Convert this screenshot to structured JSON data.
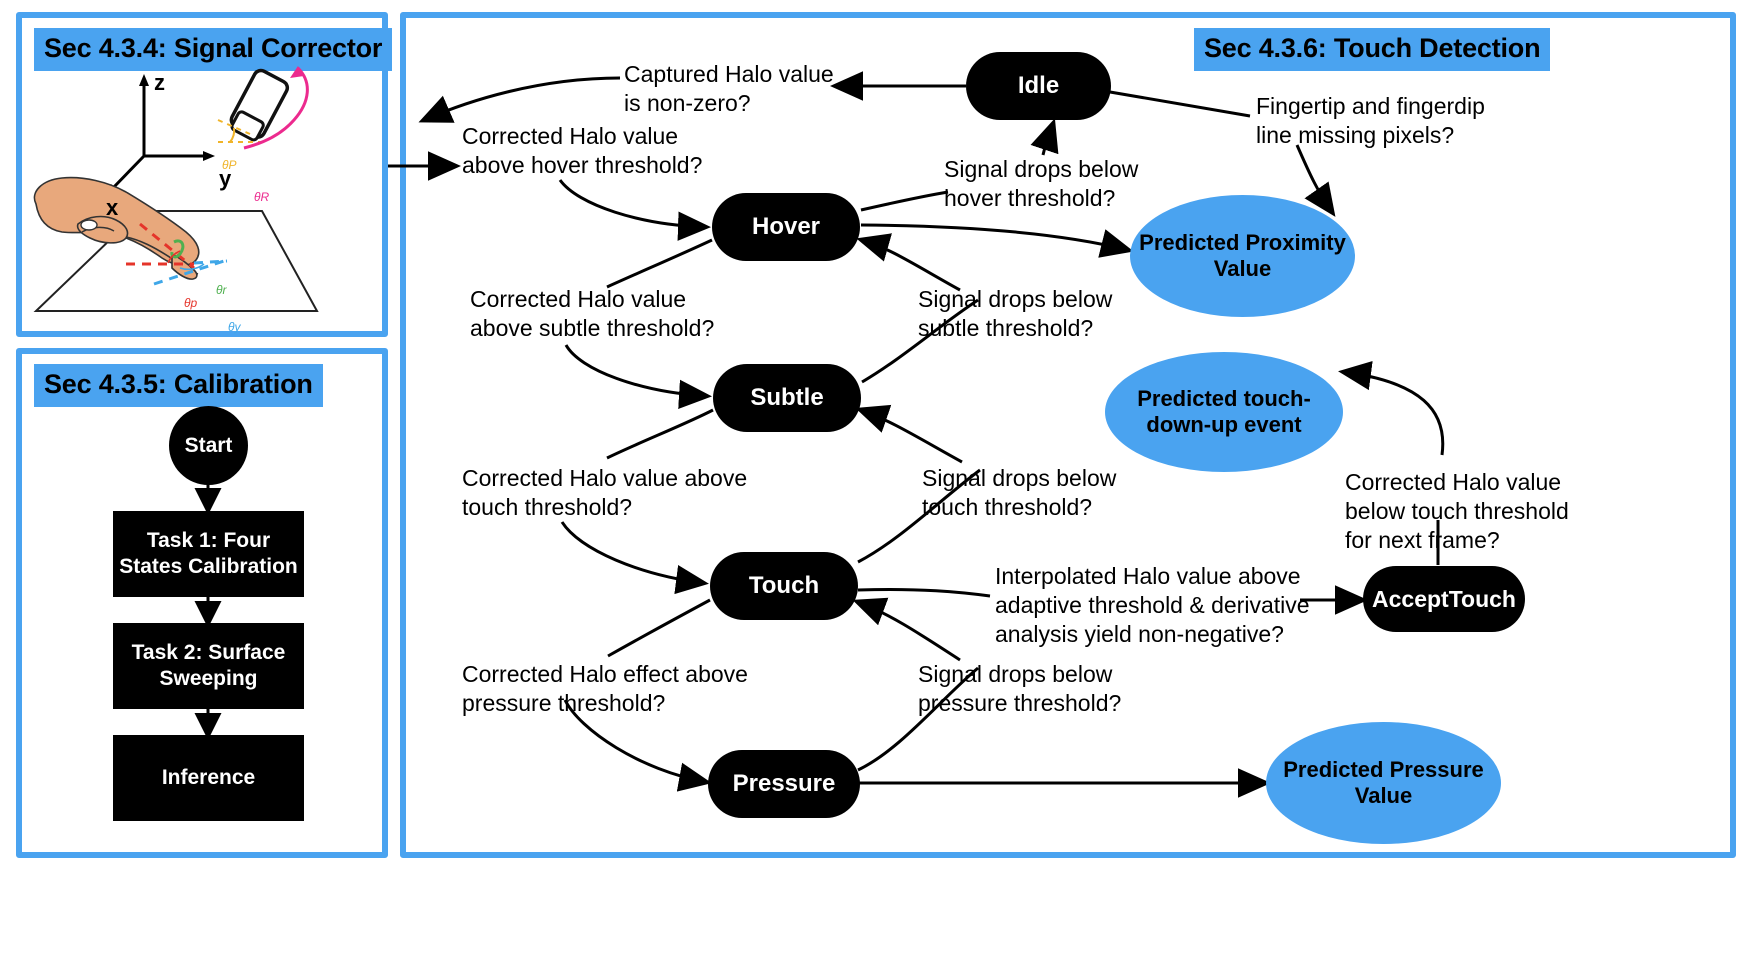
{
  "panels": {
    "signal_corrector": {
      "title": "Sec 4.3.4: Signal Corrector"
    },
    "calibration": {
      "title": "Sec 4.3.5: Calibration"
    },
    "touch_detection": {
      "title": "Sec 4.3.6: Touch Detection"
    }
  },
  "signal_corrector_art": {
    "axis_z": "z",
    "axis_y": "y",
    "axis_x": "x",
    "angle_pitch_phone": "θP",
    "angle_roll_phone": "θR",
    "angle_r": "θr",
    "angle_p": "θp",
    "angle_y": "θy"
  },
  "calibration": {
    "start": "Start",
    "task1": "Task 1: Four\nStates Calibration",
    "task2": "Task 2: Surface\nSweeping",
    "inference": "Inference"
  },
  "states": {
    "idle": "Idle",
    "hover": "Hover",
    "subtle": "Subtle",
    "touch": "Touch",
    "pressure": "Pressure",
    "accept_touch": "AcceptTouch"
  },
  "outputs": {
    "proximity": "Predicted Proximity\nValue",
    "touch_event": "Predicted touch-\ndown-up event",
    "pressure": "Predicted Pressure\nValue"
  },
  "edge_labels": {
    "captured_nonzero": "Captured Halo value\nis non-zero?",
    "corrected_above_hover": "Corrected Halo value\nabove hover threshold?",
    "drops_below_hover": "Signal drops below\nhover threshold?",
    "fingertip_missing": "Fingertip and fingerdip\nline missing pixels?",
    "corrected_above_subtle": "Corrected Halo value\nabove subtle threshold?",
    "drops_below_subtle": "Signal drops below\nsubtle threshold?",
    "corrected_above_touch": "Corrected Halo value above\ntouch threshold?",
    "drops_below_touch": "Signal drops below\ntouch threshold?",
    "corrected_below_touch_next": "Corrected Halo value\nbelow touch threshold\nfor next frame?",
    "interpolated_adaptive": "Interpolated Halo value above\nadaptive threshold & derivative\nanalysis yield non-negative?",
    "corrected_above_pressure": "Corrected Halo effect above\npressure threshold?",
    "drops_below_pressure": "Signal drops below\npressure threshold?"
  },
  "colors": {
    "accent_blue": "#4aa3f0",
    "node_black": "#000000",
    "canvas": "#ffffff",
    "skin": "#e8a87c"
  }
}
